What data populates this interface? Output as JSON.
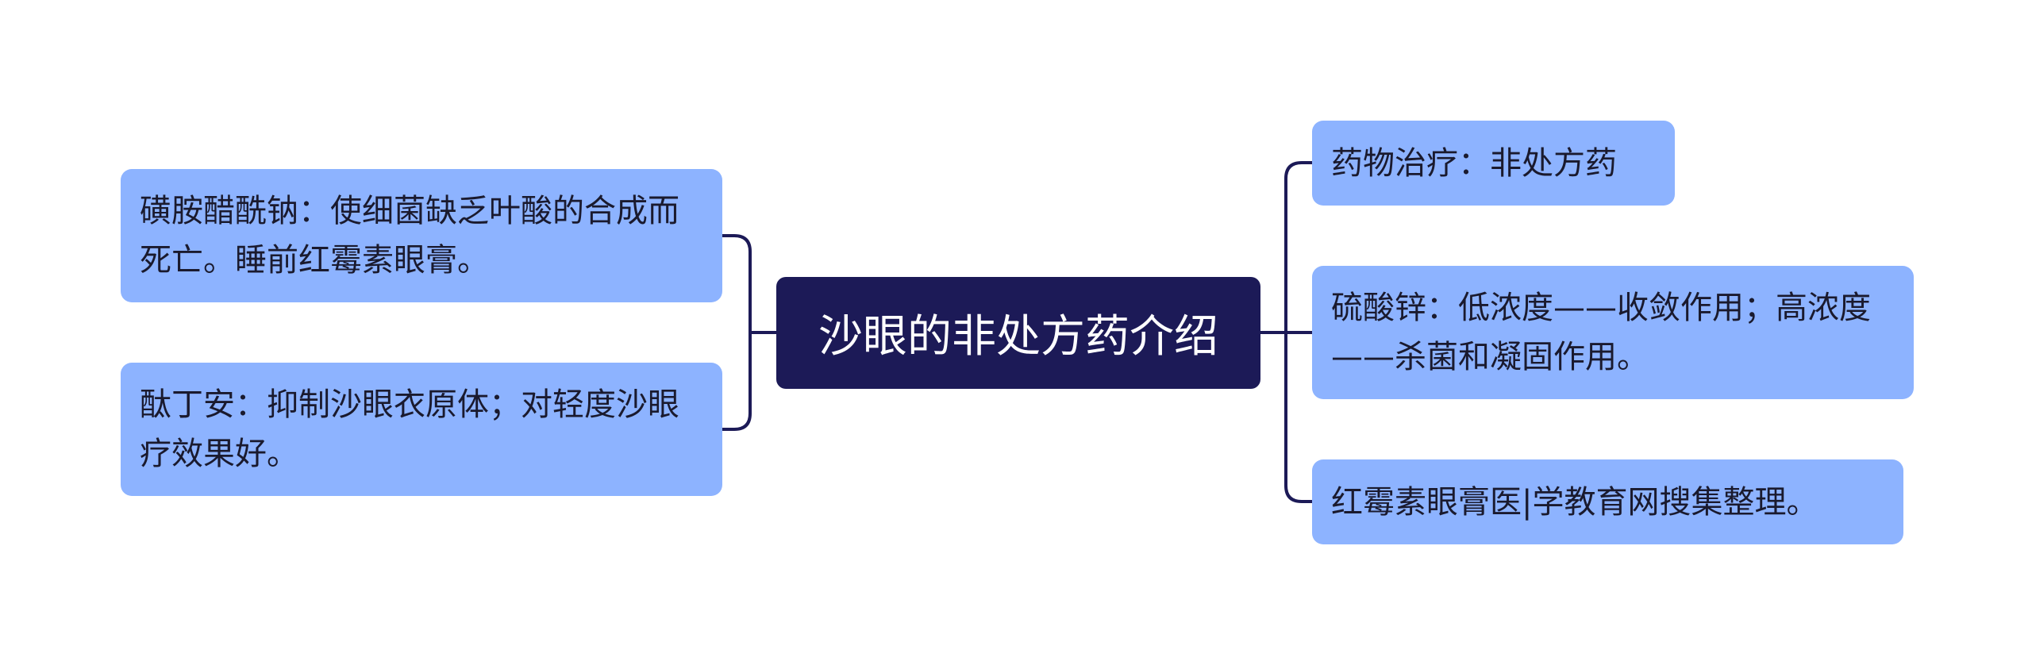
{
  "mindmap": {
    "center": {
      "text": "沙眼的非处方药介绍"
    },
    "left_branches": [
      {
        "text": "磺胺醋酰钠：使细菌缺乏叶酸的合成而死亡。睡前红霉素眼膏。"
      },
      {
        "text": "酞丁安：抑制沙眼衣原体；对轻度沙眼疗效果好。"
      }
    ],
    "right_branches": [
      {
        "text": "药物治疗：非处方药"
      },
      {
        "text": "硫酸锌：低浓度——收敛作用；高浓度——杀菌和凝固作用。"
      },
      {
        "text": "红霉素眼膏医|学教育网搜集整理。"
      }
    ]
  },
  "colors": {
    "center_fill": "#1c1a57",
    "branch_fill": "#8db3ff",
    "connector": "#1c1a57",
    "center_text": "#ffffff",
    "branch_text": "#1a1a2e"
  }
}
